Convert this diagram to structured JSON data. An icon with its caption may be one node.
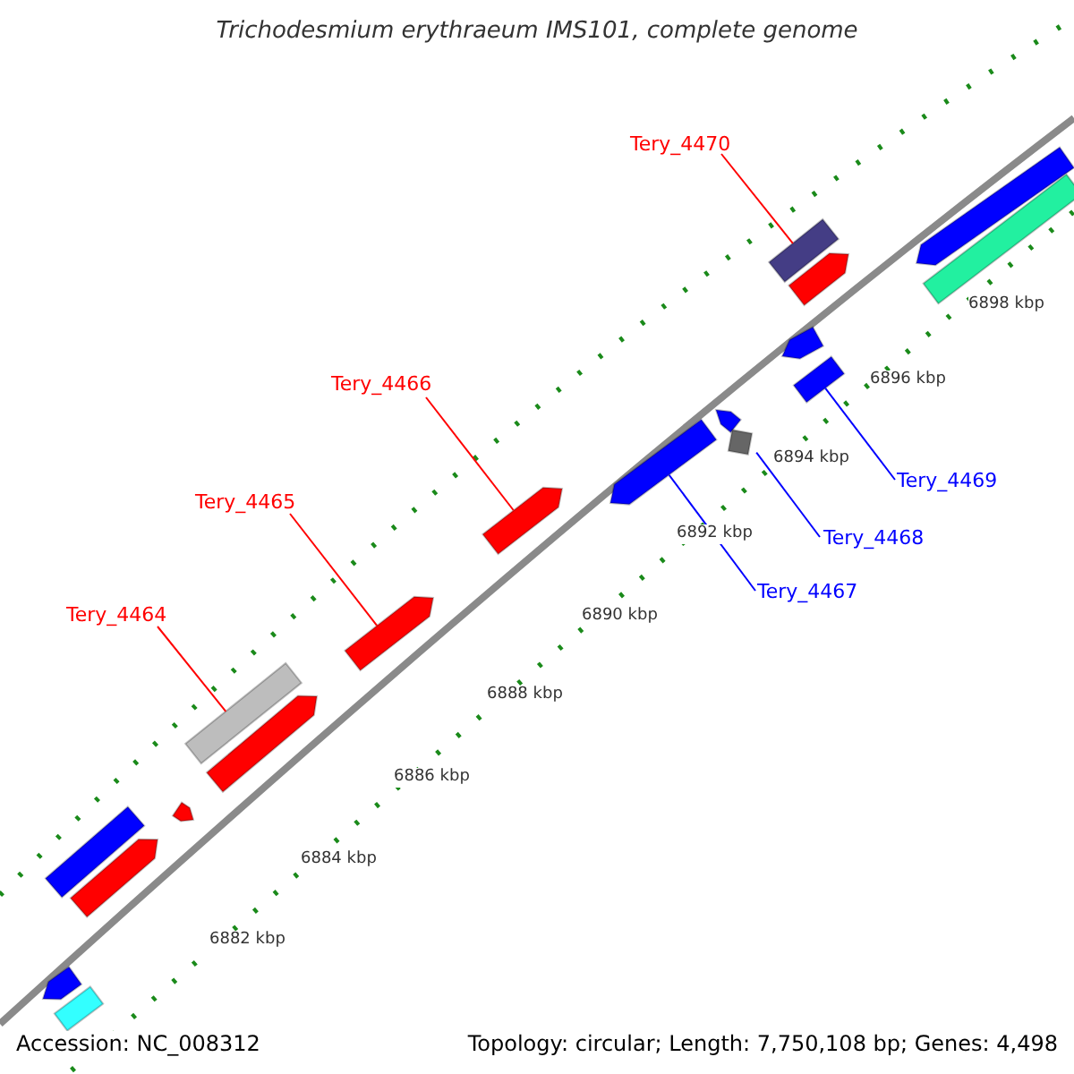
{
  "diagram": {
    "title": "Trichodesmium erythraeum IMS101, complete genome",
    "nodes": [
      {
        "text": [
          "Tery_4470"
        ]
      },
      {
        "text": [
          "Tery_4466"
        ]
      },
      {
        "text": [
          "Tery_4469"
        ]
      },
      {
        "text": [
          "Tery_4465"
        ]
      },
      {
        "text": [
          "Tery_4468"
        ]
      },
      {
        "text": [
          "Tery_4467"
        ]
      },
      {
        "text": [
          "Tery_4464"
        ]
      },
      {
        "text": [],
        "shape": "bar"
      },
      {
        "text": [],
        "shape": "bar"
      },
      {
        "text": [],
        "shape": "bar"
      },
      {
        "text": [],
        "shape": "bar"
      },
      {
        "text": [],
        "shape": "bar"
      },
      {
        "text": [],
        "shape": "bar"
      },
      {
        "text": [],
        "shape": "bar"
      },
      {
        "text": [],
        "shape": "bar"
      },
      {
        "text": [],
        "shape": "bar"
      },
      {
        "text": [],
        "shape": "bar"
      },
      {
        "text": [],
        "shape": "bar"
      },
      {
        "text": [],
        "shape": "bar"
      },
      {
        "text": [],
        "shape": "bar"
      },
      {
        "text": [],
        "shape": "bar"
      },
      {
        "text": [],
        "shape": "bar"
      },
      {
        "text": [],
        "shape": "bar"
      },
      {
        "text": [],
        "shape": "bar"
      },
      {
        "text": [],
        "shape": "bar"
      }
    ],
    "edges": [
      {
        "from": 0,
        "to": 14,
        "arrow": "none"
      },
      {
        "from": 1,
        "to": 13,
        "arrow": "none"
      },
      {
        "from": 2,
        "to": 20,
        "arrow": "none",
        "color": "#0000ff"
      },
      {
        "from": 3,
        "to": 12,
        "arrow": "none"
      },
      {
        "from": 4,
        "to": 18,
        "arrow": "none",
        "color": "#0000ff"
      },
      {
        "from": 5,
        "to": 16,
        "arrow": "none",
        "color": "#0000ff"
      },
      {
        "from": 6,
        "to": 10,
        "arrow": "none"
      }
    ],
    "labels": [
      "6898 kbp",
      "6896 kbp",
      "6894 kbp",
      "6892 kbp",
      "6890 kbp",
      "6888 kbp",
      "6886 kbp",
      "6884 kbp",
      "6882 kbp",
      "Accession: NC_008312",
      "Topology: circular; Length: 7,750,108 bp; Genes: 4,498"
    ]
  }
}
